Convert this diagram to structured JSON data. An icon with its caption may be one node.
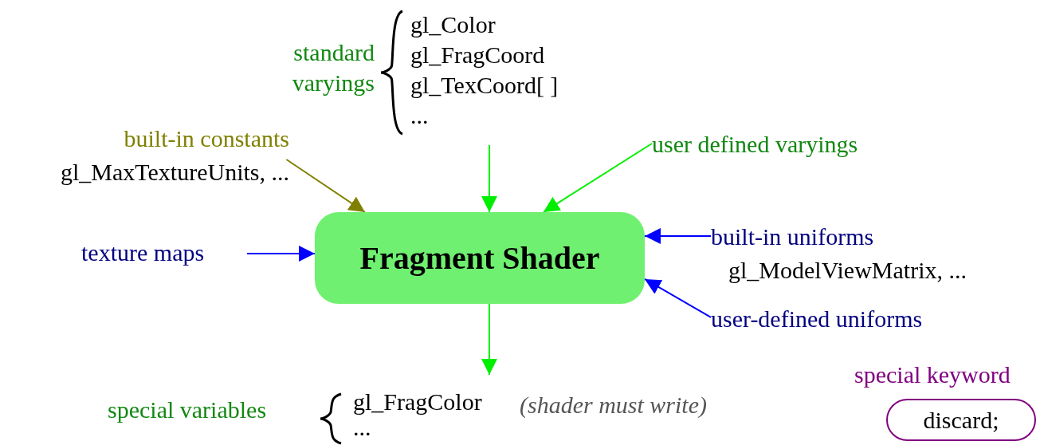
{
  "diagram": {
    "nodes": [
      {
        "text": [
          "Fragment Shader"
        ]
      },
      {
        "text": [
          "gl_Color",
          "gl_FragCoord",
          "gl_TexCoord[ ]",
          "..."
        ],
        "beside": [
          "standard varyings"
        ]
      },
      {
        "text": [
          "built-in constants",
          "gl_MaxTextureUnits, ..."
        ]
      },
      {
        "text": [
          "user defined varyings"
        ]
      },
      {
        "text": [
          "texture maps"
        ]
      },
      {
        "text": [
          "built-in uniforms",
          "gl_ModelViewMatrix, ..."
        ]
      },
      {
        "text": [
          "user-defined uniforms"
        ]
      },
      {
        "text": [
          "gl_FragColor",
          "..."
        ],
        "beside": [
          "special variables",
          "(shader must write)"
        ]
      },
      {
        "text": [
          "discard;"
        ],
        "beside": [
          "special keyword"
        ]
      }
    ],
    "edges": [
      {
        "from": 1,
        "to": 0,
        "arrow": "to",
        "color": "#00ee00"
      },
      {
        "from": 2,
        "to": 0,
        "arrow": "to",
        "color": "#808000"
      },
      {
        "from": 3,
        "to": 0,
        "arrow": "to",
        "color": "#00ee00"
      },
      {
        "from": 4,
        "to": 0,
        "arrow": "to",
        "color": "#0000ff"
      },
      {
        "from": 5,
        "to": 0,
        "arrow": "to",
        "color": "#0000ff"
      },
      {
        "from": 6,
        "to": 0,
        "arrow": "to",
        "color": "#0000ff"
      },
      {
        "from": 0,
        "to": 7,
        "arrow": "to",
        "color": "#00ee00"
      }
    ]
  }
}
